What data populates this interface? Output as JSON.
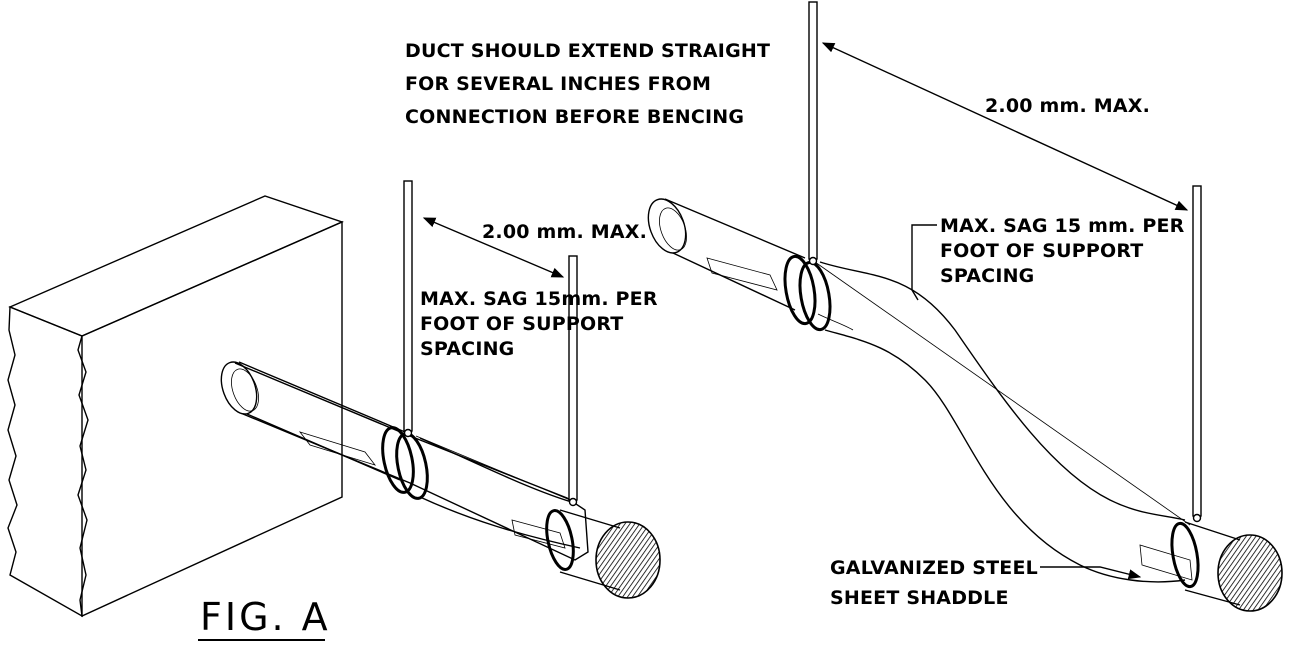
{
  "labels": {
    "note_line1": "DUCT SHOULD EXTEND STRAIGHT",
    "note_line2": "FOR SEVERAL INCHES FROM",
    "note_line3": "CONNECTION BEFORE BENCING",
    "left_spacing": "2.00 mm. MAX.",
    "left_sag_line1": "MAX. SAG 15mm. PER",
    "left_sag_line2": "FOOT OF SUPPORT",
    "left_sag_line3": "SPACING",
    "right_spacing": "2.00 mm. MAX.",
    "right_sag_line1": "MAX. SAG 15 mm. PER",
    "right_sag_line2": "FOOT OF SUPPORT",
    "right_sag_line3": "SPACING",
    "shaddle_line1": "GALVANIZED STEEL",
    "shaddle_line2": "SHEET SHADDLE",
    "figure_label": "FIG. A"
  },
  "colors": {
    "ink": "#000000",
    "background": "#ffffff"
  }
}
